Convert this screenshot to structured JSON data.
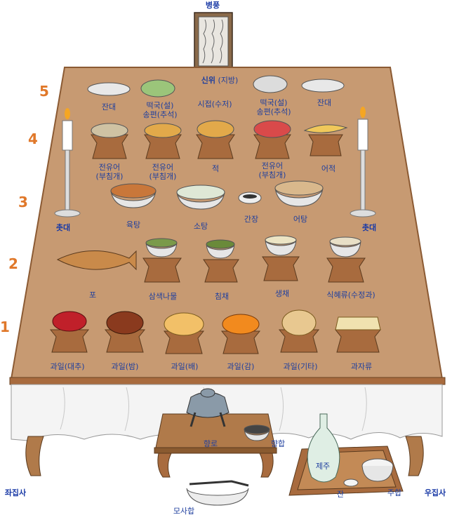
{
  "title": "병풍",
  "rows": [
    "5",
    "4",
    "3",
    "2",
    "1"
  ],
  "row5": {
    "sinwi": "신위",
    "sinwi_paren": "(지방)",
    "janda_left": "잔대",
    "tteokguk_left_1": "떡국(설)",
    "tteokguk_left_2": "송편(추석)",
    "sijeop": "시접(수저)",
    "tteokguk_right_1": "떡국(설)",
    "tteokguk_right_2": "송편(추석)",
    "janda_right": "잔대"
  },
  "row4": {
    "jeon1_1": "전유어",
    "jeon1_2": "(부침개)",
    "jeon2_1": "전유어",
    "jeon2_2": "(부침개)",
    "jeok": "적",
    "jeon3_1": "전유어",
    "jeon3_2": "(부침개)",
    "eojeok": "어적"
  },
  "row3": {
    "candle_left": "촛대",
    "yuktang": "육탕",
    "sotang": "소탕",
    "ganjang": "간장",
    "eotang": "어탕",
    "candle_right": "촛대"
  },
  "row2": {
    "po": "포",
    "samsaek": "삼색나물",
    "chimchae": "침채",
    "saengchae": "생채",
    "sikhye": "식혜류(수정과)"
  },
  "row1": {
    "gwail_daechu": "과일(대추)",
    "gwail_bam": "과일(밤)",
    "gwail_bae": "과일(배)",
    "gwail_gam": "과일(감)",
    "gwail_gita": "과일(기타)",
    "gwajaryu": "과자류"
  },
  "front": {
    "hyangno": "향로",
    "hanghap": "향합",
    "jeju": "제주",
    "jan": "잔",
    "juhap": "주합",
    "mosahap": "모사합",
    "jwajipsa": "좌집사",
    "ujipsa": "우집사"
  },
  "colors": {
    "table_top": "#c79a72",
    "table_edge": "#a86b3e",
    "cloth": "#f4f4f4",
    "label": "#1f3f9e",
    "row_number": "#e0782a"
  }
}
